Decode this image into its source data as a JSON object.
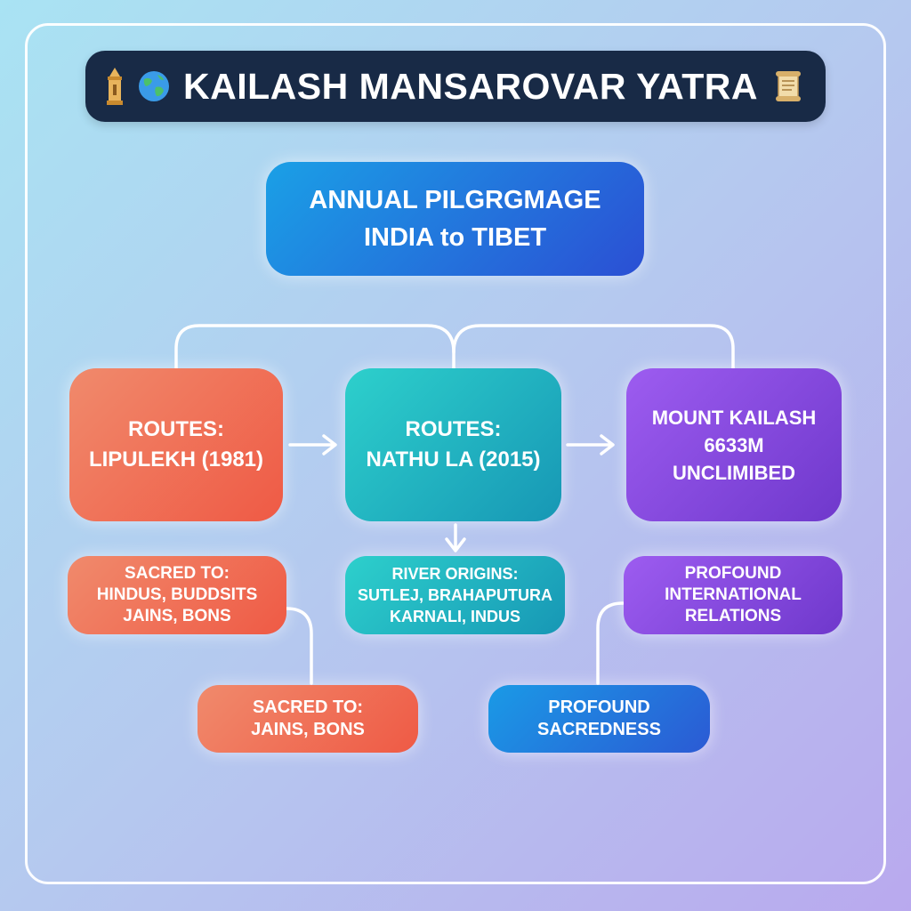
{
  "title": {
    "text": "KAILASH MANSAROVAR YATRA",
    "icons": [
      "temple-icon",
      "globe-icon",
      "scroll-icon"
    ]
  },
  "hub": {
    "line1": "ANNUAL PILGRGMAGE",
    "line2": "INDIA to TIBET"
  },
  "routes_lipulekh": {
    "line1": "ROUTES:",
    "line2": "LIPULEKH (1981)"
  },
  "routes_nathu_la": {
    "line1": "ROUTES:",
    "line2": "NATHU LA (2015)"
  },
  "mount_kailash": {
    "line1": "MOUNT KAILASH",
    "line2": "6633M",
    "line3": "UNCLIMIBED"
  },
  "sacred_to_1": {
    "line1": "SACRED TO:",
    "line2": "HINDUS, BUDDSITS",
    "line3": "JAINS, BONS"
  },
  "river_origins": {
    "line1": "RIVER ORIGINS:",
    "line2": "SUTLEJ, BRAHAPUTURA",
    "line3": "KARNALI, INDUS"
  },
  "international_relations": {
    "line1": "PROFOUND",
    "line2": "INTERNATIONAL",
    "line3": "RELATIONS"
  },
  "sacred_to_2": {
    "line1": "SACRED TO:",
    "line2": "JAINS, BONS"
  },
  "sacredness": {
    "line1": "PROFOUND",
    "line2": "SACREDNESS"
  },
  "colors": {
    "title_bg": "#182a46",
    "orange": "#ef5a45",
    "teal": "#1797b5",
    "purple": "#6f38cc",
    "blue": "#2b5ad4",
    "connector": "#ffffff"
  }
}
